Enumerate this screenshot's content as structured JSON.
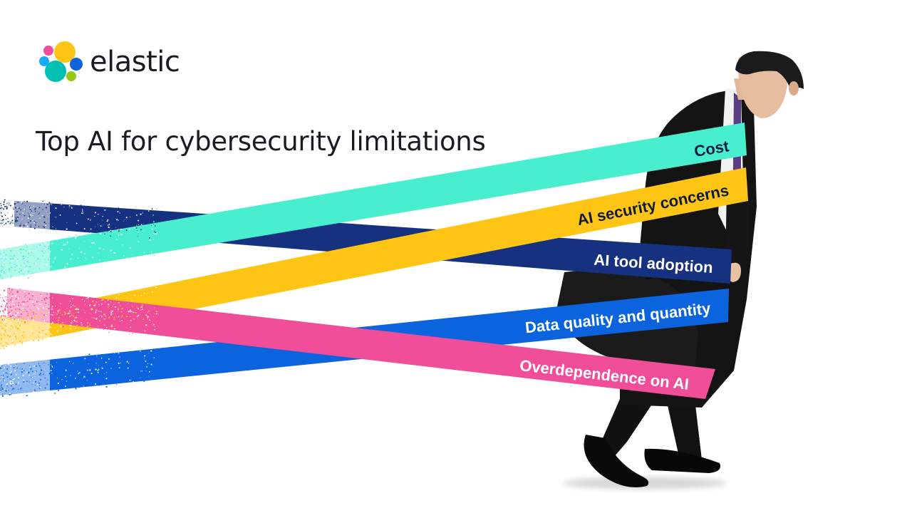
{
  "brand": {
    "name": "elastic",
    "colors": [
      "#f04e98",
      "#fec514",
      "#1ba9f5",
      "#0b64dd",
      "#00bfb3",
      "#93c90e"
    ]
  },
  "slide": {
    "title": "Top AI for cybersecurity limitations"
  },
  "ribbons": [
    {
      "label": "Cost",
      "color": "#48efcf",
      "text_color": "#101c3f"
    },
    {
      "label": "AI security concerns",
      "color": "#fec514",
      "text_color": "#101c3f"
    },
    {
      "label": "AI tool adoption",
      "color": "#16317f",
      "text_color": "#ffffff"
    },
    {
      "label": "Data quality and quantity",
      "color": "#0b64dd",
      "text_color": "#ffffff"
    },
    {
      "label": "Overdependence on AI",
      "color": "#f04e98",
      "text_color": "#ffffff"
    }
  ],
  "illustration": {
    "subject": "businessman-pulled-by-ribbons"
  }
}
